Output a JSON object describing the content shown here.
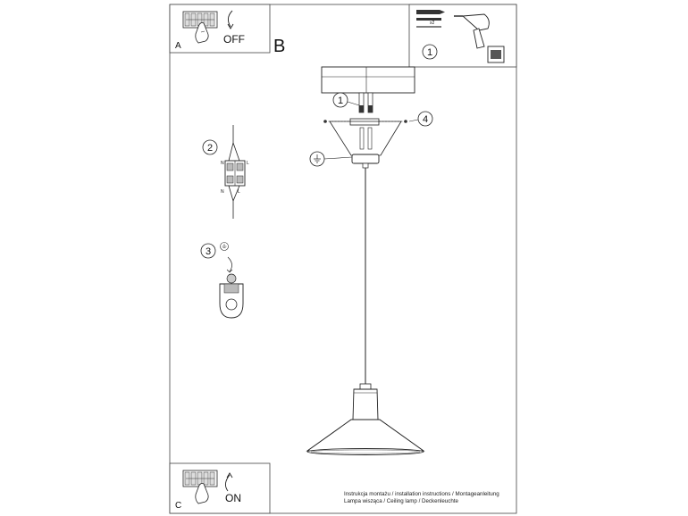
{
  "panels": {
    "a": {
      "letter": "A",
      "action": "OFF"
    },
    "b": {
      "letter": "B"
    },
    "c": {
      "letter": "C",
      "action": "ON"
    }
  },
  "tools": {
    "step": "1",
    "quantity": "x2"
  },
  "steps": {
    "one": "1",
    "two": "2",
    "three": "3",
    "four": "4"
  },
  "terminal_block": {
    "neutral": "N",
    "live": "L"
  },
  "caption": {
    "line1": "Instrukcja montażu / installation instructions / Montageanleitung",
    "line2": "Lampa wisząca / Ceiling lamp / Deckenleuchte"
  },
  "icons": [
    "fuse-switch-icon",
    "hand-icon",
    "arrow-icon",
    "drill-icon",
    "dowel-screw-icon",
    "earth-icon"
  ]
}
